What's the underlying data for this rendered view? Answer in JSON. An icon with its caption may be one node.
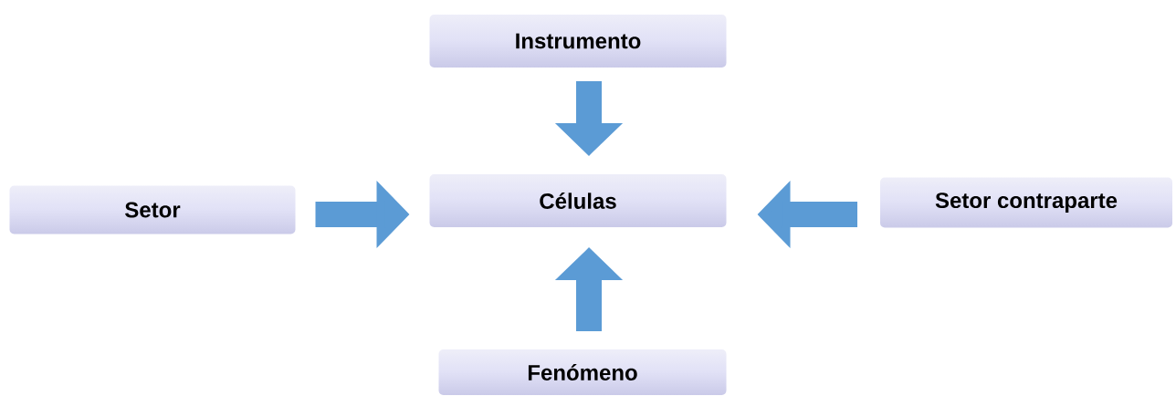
{
  "diagram": {
    "nodes": [
      {
        "text": [
          "Instrumento"
        ]
      },
      {
        "text": [
          "Setor"
        ]
      },
      {
        "text": [
          "Células"
        ]
      },
      {
        "text": [
          "Setor contraparte"
        ]
      },
      {
        "text": [
          "Fenómeno"
        ]
      }
    ],
    "edges": [
      {
        "from": 0,
        "to": 2,
        "arrow": "to"
      },
      {
        "from": 1,
        "to": 2,
        "arrow": "to"
      },
      {
        "from": 3,
        "to": 2,
        "arrow": "to"
      },
      {
        "from": 4,
        "to": 2,
        "arrow": "to"
      }
    ]
  }
}
